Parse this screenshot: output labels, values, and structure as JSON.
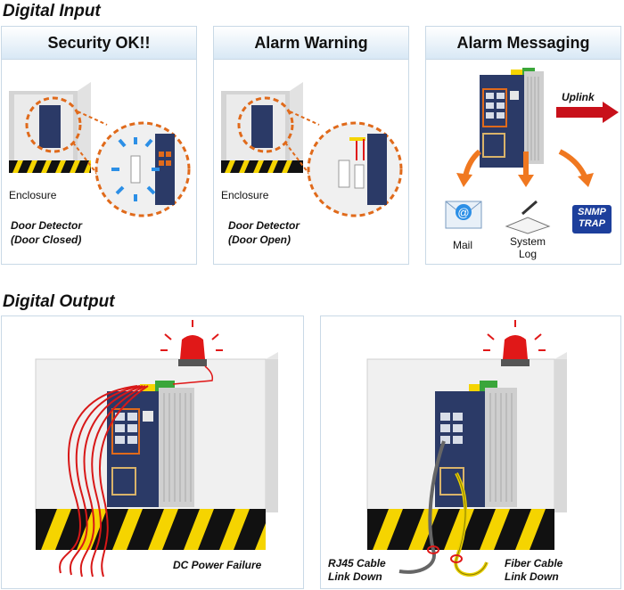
{
  "digital_input": {
    "title": "Digital Input",
    "panels": [
      {
        "heading": "Security OK!!",
        "enclosure_label": "Enclosure",
        "caption_line1": "Door Detector",
        "caption_line2": "(Door Closed)"
      },
      {
        "heading": "Alarm Warning",
        "enclosure_label": "Enclosure",
        "caption_line1": "Door Detector",
        "caption_line2": "(Door Open)"
      },
      {
        "heading": "Alarm Messaging",
        "uplink": "Uplink",
        "mail": "Mail",
        "syslog_line1": "System",
        "syslog_line2": "Log",
        "snmp_line1": "SNMP",
        "snmp_line2": "TRAP"
      }
    ]
  },
  "digital_output": {
    "title": "Digital Output",
    "panels": [
      {
        "caption": "DC Power Failure"
      },
      {
        "rj45_line1": "RJ45 Cable",
        "rj45_line2": "Link Down",
        "fiber_line1": "Fiber Cable",
        "fiber_line2": "Link Down"
      }
    ]
  },
  "colors": {
    "panel_border": "#c9d9e6",
    "head_gradient_end": "#d8e8f5",
    "switch_blue": "#2b3a67",
    "alarm_red": "#e01818",
    "dash_orange": "#e06a1b",
    "uplink_red": "#c8101a"
  }
}
